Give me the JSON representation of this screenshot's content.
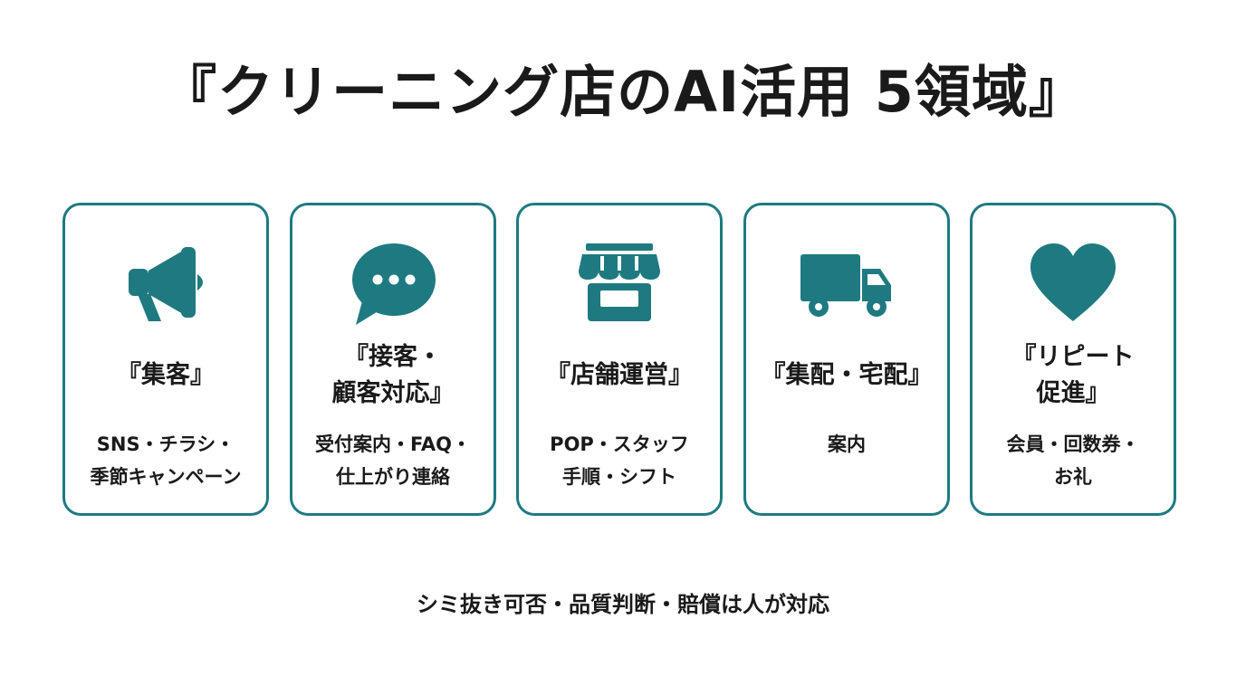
{
  "title": "『クリーニング店のAI活用 5領域』",
  "accent_color": "#1e7a80",
  "cards": [
    {
      "icon": "megaphone-icon",
      "name_lines": [
        "『集客』"
      ],
      "desc_lines": [
        "SNS・チラシ・",
        "季節キャンペーン"
      ]
    },
    {
      "icon": "speech-bubble-icon",
      "name_lines": [
        "『接客・",
        "顧客対応』"
      ],
      "desc_lines": [
        "受付案内・FAQ・",
        "仕上がり連絡"
      ]
    },
    {
      "icon": "storefront-icon",
      "name_lines": [
        "『店舗運営』"
      ],
      "desc_lines": [
        "POP・スタッフ",
        "手順・シフト"
      ]
    },
    {
      "icon": "delivery-truck-icon",
      "name_lines": [
        "『集配・宅配』"
      ],
      "desc_lines": [
        "案内"
      ]
    },
    {
      "icon": "heart-icon",
      "name_lines": [
        "『リピート",
        "促進』"
      ],
      "desc_lines": [
        "会員・回数券・",
        "お礼"
      ]
    }
  ],
  "footer": "シミ抜き可否・品質判断・賠償は人が対応"
}
